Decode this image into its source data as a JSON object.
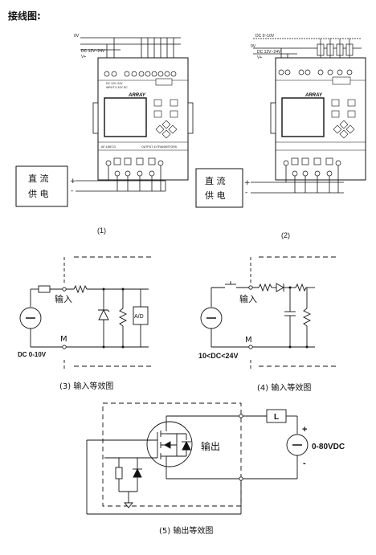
{
  "page_title": "接线图:",
  "fig1": {
    "label": "(1)",
    "top_label_0v": "0V",
    "top_label_dc": "DC 12V~24V",
    "top_label_vplus": "V+",
    "module_top_text": "DC 12V~24V",
    "module_input_text": "INPUT 0-10V DC",
    "module_brand": "ARRAY",
    "module_bottom_left": "AF-10MT-D",
    "module_bottom_right": "OUTPUT 4×TRANSISTORS",
    "supply_line1": "直 流",
    "supply_line2": "供 电",
    "plus": "+",
    "minus": "-"
  },
  "fig2": {
    "label": "(2)",
    "top_label_dc": "DC 0~10V",
    "top_label_0v": "0V",
    "top_label_dc2": "DC 12V~24V",
    "top_label_vplus": "V+",
    "module_brand": "ARRAY",
    "supply_line1": "直 流",
    "supply_line2": "供 电",
    "plus": "+",
    "minus": "-"
  },
  "fig3": {
    "caption": "(3) 输入等效图",
    "input_label": "输入",
    "m_label": "M",
    "source_label": "DC 0-10V",
    "ad_label": "A/D",
    "minus": "-"
  },
  "fig4": {
    "caption": "(4) 输入等效图",
    "input_label": "输入",
    "m_label": "M",
    "source_label": "10<DC<24V",
    "minus": "-"
  },
  "fig5": {
    "caption": "(5) 输出等效图",
    "output_label": "输出",
    "load_label": "L",
    "source_label": "0-80VDC",
    "plus": "+",
    "minus": "-"
  }
}
